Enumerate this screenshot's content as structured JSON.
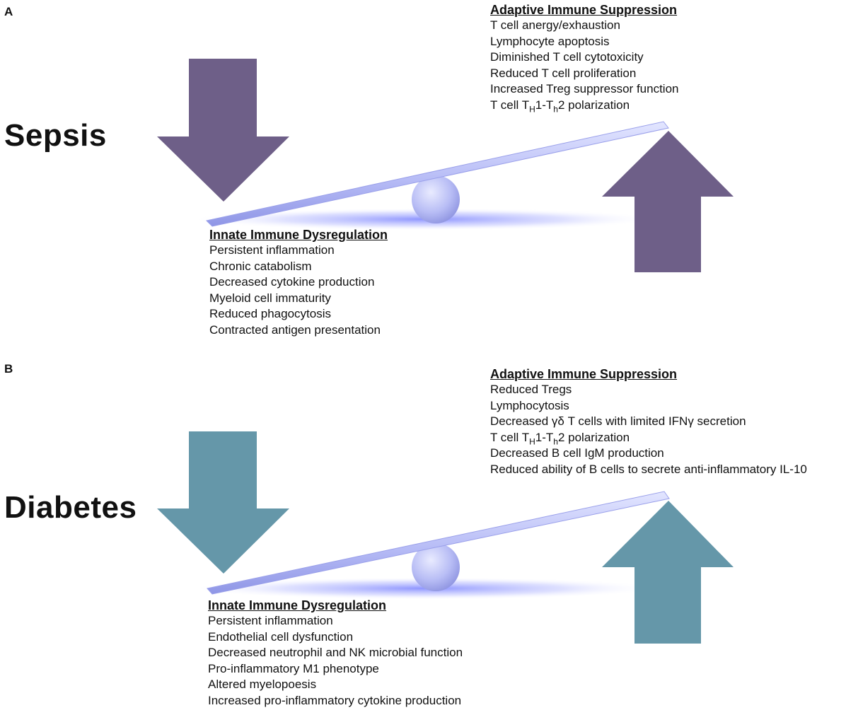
{
  "panels": [
    {
      "letter": "A",
      "title": "Sepsis",
      "arrow_color": "#6e5f88",
      "adaptive": {
        "heading": "Adaptive Immune Suppression",
        "items": [
          "T cell anergy/exhaustion",
          "Lymphocyte apoptosis",
          "Diminished T cell cytotoxicity",
          "Reduced T cell proliferation",
          "Increased Treg suppressor function",
          "T cell TH1-Th2 polarization"
        ]
      },
      "innate": {
        "heading": "Innate Immune Dysregulation",
        "items": [
          "Persistent inflammation",
          "Chronic catabolism",
          "Decreased cytokine production",
          "Myeloid cell immaturity",
          "Reduced phagocytosis",
          "Contracted antigen presentation"
        ]
      }
    },
    {
      "letter": "B",
      "title": "Diabetes",
      "arrow_color": "#6597a9",
      "adaptive": {
        "heading": "Adaptive Immune Suppression",
        "items": [
          "Reduced Tregs",
          "Lymphocytosis",
          "Decreased γδ T cells with limited IFNγ secretion",
          "T cell TH1-Th2 polarization",
          "Decreased B cell IgM production",
          "Reduced ability of B cells to secrete anti-inflammatory IL-10"
        ]
      },
      "innate": {
        "heading": "Innate Immune Dysregulation",
        "items": [
          "Persistent inflammation",
          "Endothelial cell dysfunction",
          "Decreased neutrophil and NK microbial function",
          "Pro-inflammatory M1 phenotype",
          "Altered myelopoesis",
          "Increased pro-inflammatory cytokine production"
        ]
      }
    }
  ]
}
